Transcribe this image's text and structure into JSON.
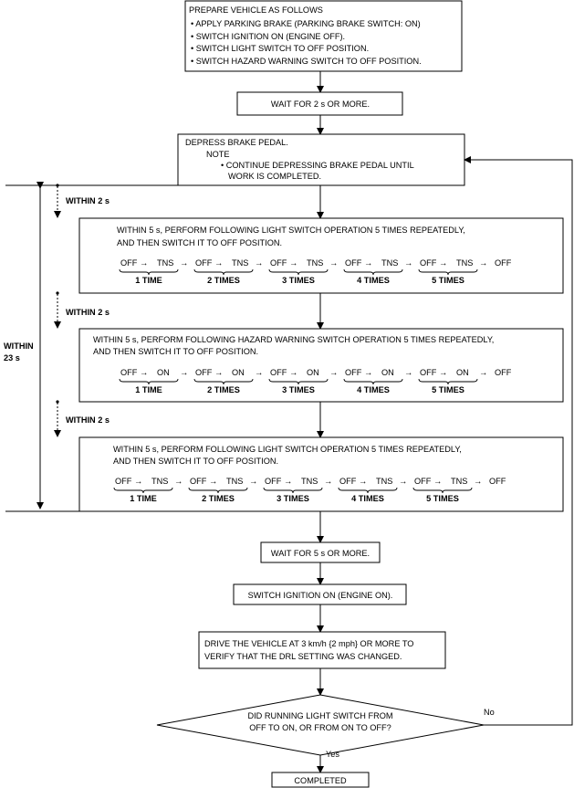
{
  "prepare": {
    "title": "PREPARE VEHICLE AS FOLLOWS",
    "items": [
      "• APPLY PARKING BRAKE (PARKING BRAKE SWITCH: ON)",
      "• SWITCH IGNITION ON (ENGINE OFF).",
      "• SWITCH LIGHT SWITCH TO OFF POSITION.",
      "• SWITCH HAZARD WARNING SWITCH TO OFF POSITION."
    ]
  },
  "wait1": "WAIT FOR 2 s OR MORE.",
  "brake": {
    "line1": "DEPRESS BRAKE PEDAL.",
    "note": "NOTE",
    "note_line1": "• CONTINUE DEPRESSING BRAKE PEDAL UNTIL",
    "note_line2": "WORK IS COMPLETED."
  },
  "within2": "WITHIN 2 s",
  "within23": [
    "WITHIN",
    "23 s"
  ],
  "step1": {
    "line1": "WITHIN 5 s, PERFORM FOLLOWING LIGHT SWITCH OPERATION 5 TIMES REPEATEDLY,",
    "line2": "AND THEN SWITCH IT TO OFF POSITION."
  },
  "step2": {
    "line1": "WITHIN 5 s, PERFORM FOLLOWING HAZARD WARNING SWITCH OPERATION 5 TIMES REPEATEDLY,",
    "line2": "AND THEN SWITCH IT TO OFF POSITION."
  },
  "step3": {
    "line1": "WITHIN 5 s, PERFORM FOLLOWING LIGHT SWITCH OPERATION 5 TIMES REPEATEDLY,",
    "line2": "AND THEN SWITCH IT TO OFF POSITION."
  },
  "seq": {
    "off": "OFF",
    "tns": "TNS",
    "on": "ON",
    "arrow": "→",
    "times": [
      "1 TIME",
      "2 TIMES",
      "3 TIMES",
      "4 TIMES",
      "5 TIMES"
    ]
  },
  "wait5": "WAIT FOR 5 s OR MORE.",
  "ign_on": "SWITCH IGNITION ON (ENGINE ON).",
  "drive": {
    "line1": "DRIVE THE VEHICLE AT 3 km/h {2 mph} OR MORE TO",
    "line2": "VERIFY THAT THE DRL SETTING WAS CHANGED."
  },
  "decision": {
    "line1": "DID RUNNING LIGHT SWITCH FROM",
    "line2": "OFF TO ON, OR FROM ON TO OFF?"
  },
  "no": "No",
  "yes": "Yes",
  "completed": "COMPLETED"
}
